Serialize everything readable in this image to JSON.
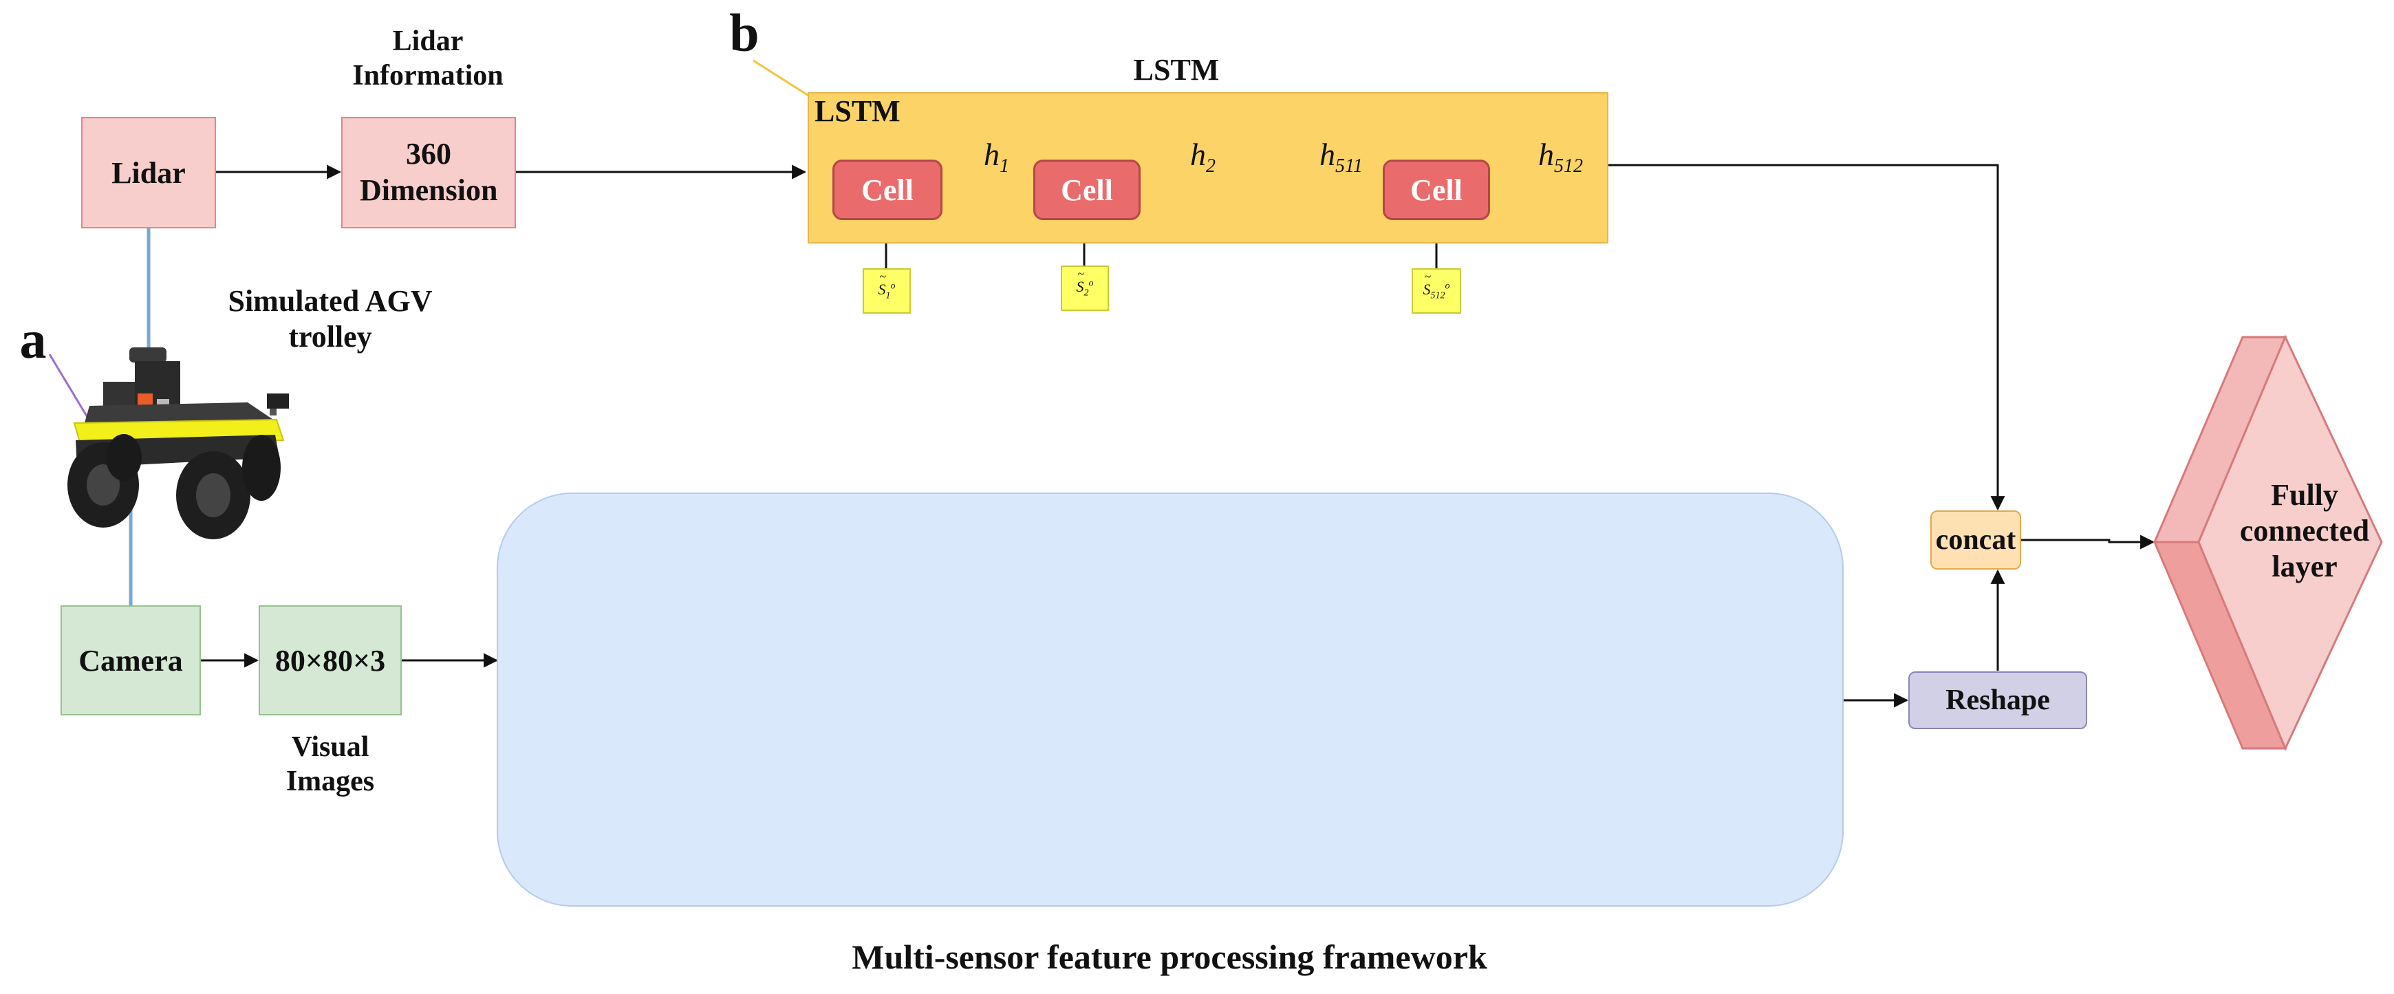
{
  "panel_labels": {
    "a": "a",
    "b": "b"
  },
  "lidar": {
    "box_label": "Lidar",
    "info_title": "Lidar Information",
    "dim_label": "360 Dimension"
  },
  "agv": {
    "caption": "Simulated AGV trolley"
  },
  "camera": {
    "box_label": "Camera",
    "image_size": "80×80×3",
    "image_caption": "Visual Images"
  },
  "lstm": {
    "outer_title": "LSTM",
    "inner_title": "LSTM",
    "cells": [
      {
        "label": "Cell",
        "input_base": "S",
        "input_sub": "1",
        "input_sup": "o",
        "input_tilde": "~"
      },
      {
        "label": "Cell",
        "input_base": "S",
        "input_sub": "2",
        "input_sup": "o",
        "input_tilde": "~"
      },
      {
        "label": "Cell",
        "input_base": "S",
        "input_sub": "512",
        "input_sup": "o",
        "input_tilde": "~"
      }
    ],
    "hidden": [
      {
        "base": "h",
        "sub": "1"
      },
      {
        "base": "h",
        "sub": "2"
      },
      {
        "base": "h",
        "sub": "511"
      },
      {
        "base": "h",
        "sub": "512"
      }
    ]
  },
  "concat": {
    "label": "concat"
  },
  "reshape": {
    "label": "Reshape"
  },
  "fc": {
    "label": "Fully connected layer"
  },
  "framework_caption": "Multi-sensor feature processing framework",
  "colors": {
    "lidar_fill": "#f8cecc",
    "camera_fill": "#d5e8d4",
    "lstm_fill": "#fcd366",
    "cell_fill": "#ea6b6b",
    "input_fill": "#ffff66",
    "framework_fill": "#dae8fc",
    "concat_fill": "#ffe0b3",
    "reshape_fill": "#d2d0e6",
    "fc_fill": "#f8cecc",
    "robot_body": "#2b2b2b",
    "robot_stripe": "#f2ef1a"
  }
}
